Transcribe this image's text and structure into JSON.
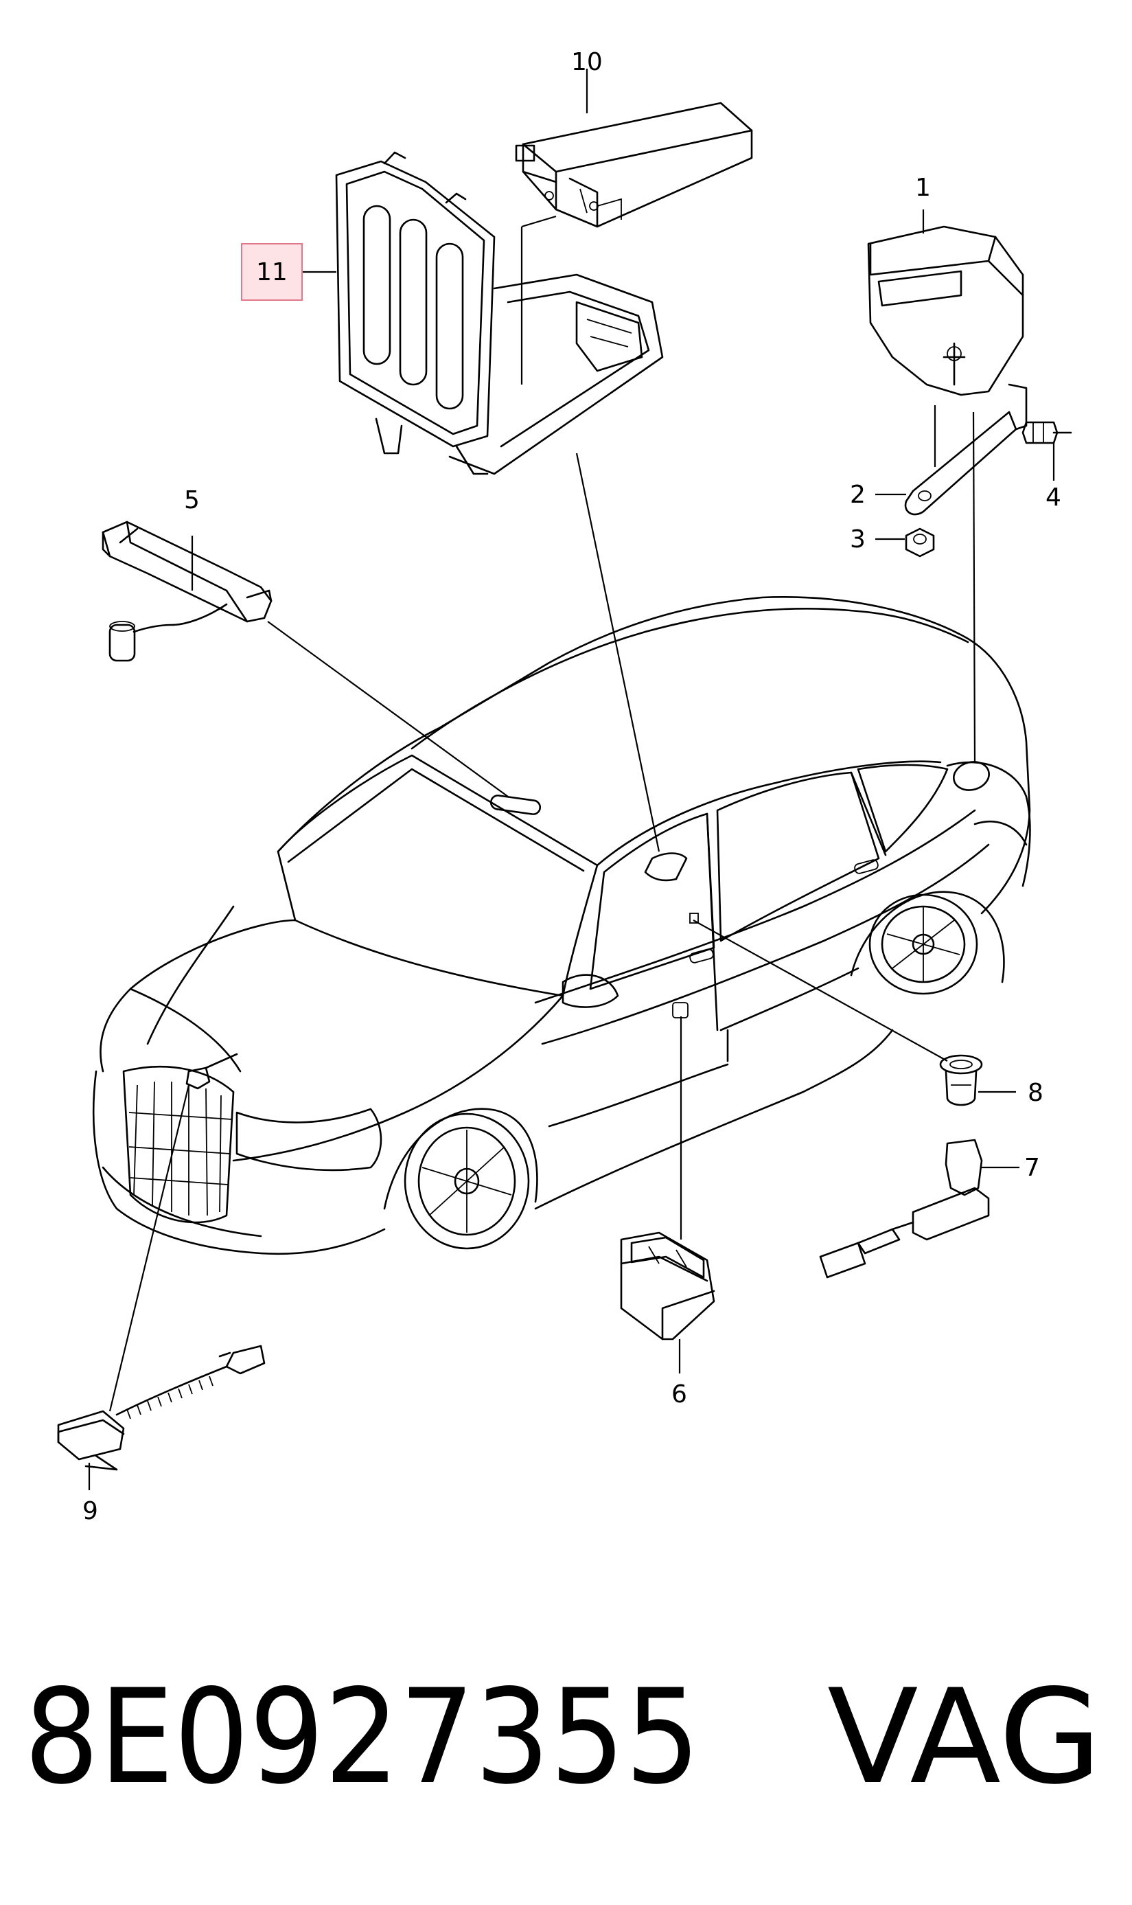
{
  "callouts": [
    {
      "label": "1"
    },
    {
      "label": "2"
    },
    {
      "label": "3"
    },
    {
      "label": "4"
    },
    {
      "label": "5"
    },
    {
      "label": "6"
    },
    {
      "label": "7"
    },
    {
      "label": "8"
    },
    {
      "label": "9"
    },
    {
      "label": "10"
    },
    {
      "label": "11"
    }
  ],
  "highlight_color": "#fde3e6",
  "footer": {
    "part_number": "8E0927355",
    "brand": "VAG"
  }
}
